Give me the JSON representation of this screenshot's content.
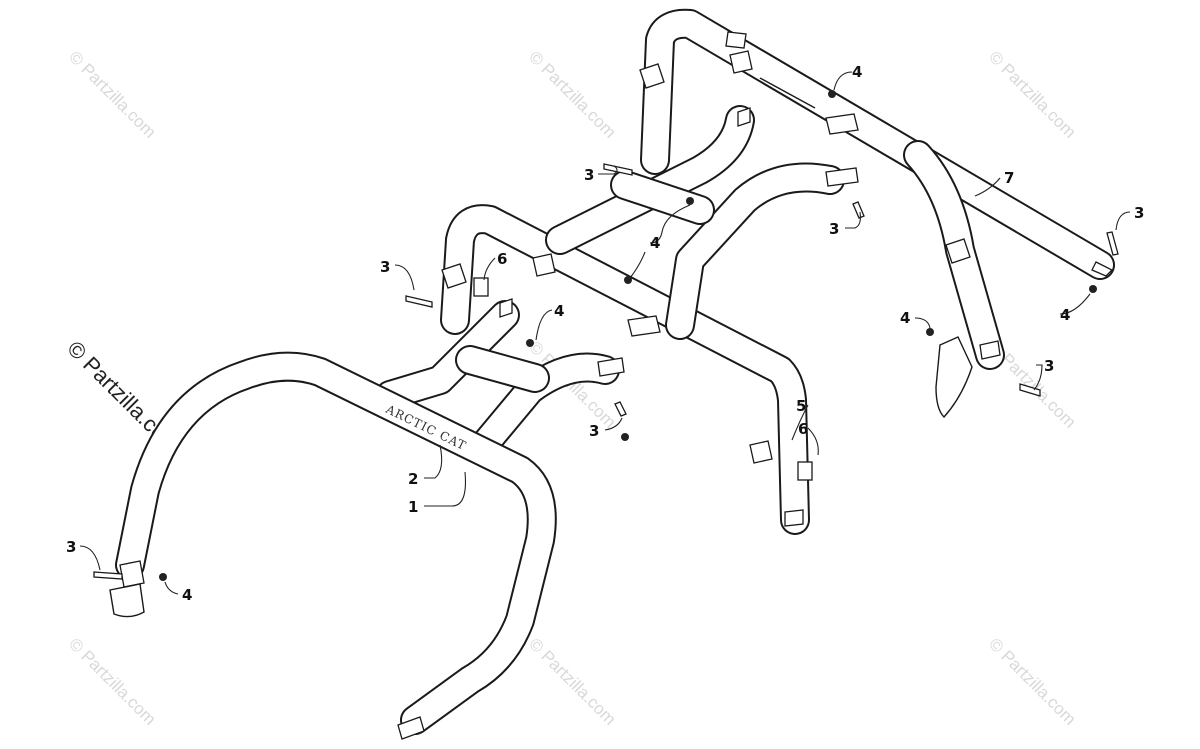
{
  "diagram": {
    "logo_text": "ARCTIC CAT",
    "watermark_text": "© Partzilla.com",
    "callouts": [
      {
        "id": "c1",
        "label": "1"
      },
      {
        "id": "c2",
        "label": "2"
      },
      {
        "id": "c3a",
        "label": "3"
      },
      {
        "id": "c3b",
        "label": "3"
      },
      {
        "id": "c3c",
        "label": "3"
      },
      {
        "id": "c3d",
        "label": "3"
      },
      {
        "id": "c3e",
        "label": "3"
      },
      {
        "id": "c3f",
        "label": "3"
      },
      {
        "id": "c3g",
        "label": "3"
      },
      {
        "id": "c4a",
        "label": "4"
      },
      {
        "id": "c4b",
        "label": "4"
      },
      {
        "id": "c4c",
        "label": "4"
      },
      {
        "id": "c4d",
        "label": "4"
      },
      {
        "id": "c4e",
        "label": "4"
      },
      {
        "id": "c4f",
        "label": "4"
      },
      {
        "id": "c5",
        "label": "5"
      },
      {
        "id": "c6a",
        "label": "6"
      },
      {
        "id": "c6b",
        "label": "6"
      },
      {
        "id": "c7",
        "label": "7"
      }
    ]
  }
}
